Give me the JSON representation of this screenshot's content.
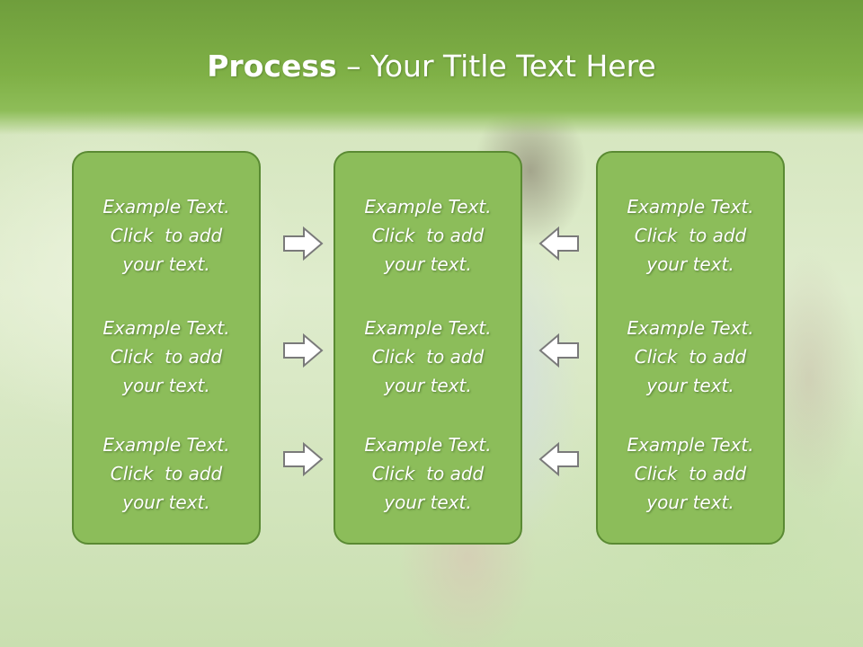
{
  "slide": {
    "title_bold": "Process",
    "title_rest": " – Your Title Text Here"
  },
  "columns": [
    {
      "items": [
        {
          "line1": "Example Text.",
          "line2": "Click  to add",
          "line3": "your text."
        },
        {
          "line1": "Example Text.",
          "line2": "Click  to add",
          "line3": "your text."
        },
        {
          "line1": "Example Text.",
          "line2": "Click  to add",
          "line3": "your text."
        }
      ]
    },
    {
      "items": [
        {
          "line1": "Example Text.",
          "line2": "Click  to add",
          "line3": "your text."
        },
        {
          "line1": "Example Text.",
          "line2": "Click  to add",
          "line3": "your text."
        },
        {
          "line1": "Example Text.",
          "line2": "Click  to add",
          "line3": "your text."
        }
      ]
    },
    {
      "items": [
        {
          "line1": "Example Text.",
          "line2": "Click  to add",
          "line3": "your text."
        },
        {
          "line1": "Example Text.",
          "line2": "Click  to add",
          "line3": "your text."
        },
        {
          "line1": "Example Text.",
          "line2": "Click  to add",
          "line3": "your text."
        }
      ]
    }
  ],
  "arrows": {
    "left_group": [
      "right-arrow-icon",
      "right-arrow-icon",
      "right-arrow-icon"
    ],
    "right_group": [
      "left-arrow-icon",
      "left-arrow-icon",
      "left-arrow-icon"
    ]
  },
  "colors": {
    "header": "#7fb046",
    "box_fill": "#8cbd5a",
    "box_border": "#5a8a33",
    "text": "#ffffff"
  }
}
